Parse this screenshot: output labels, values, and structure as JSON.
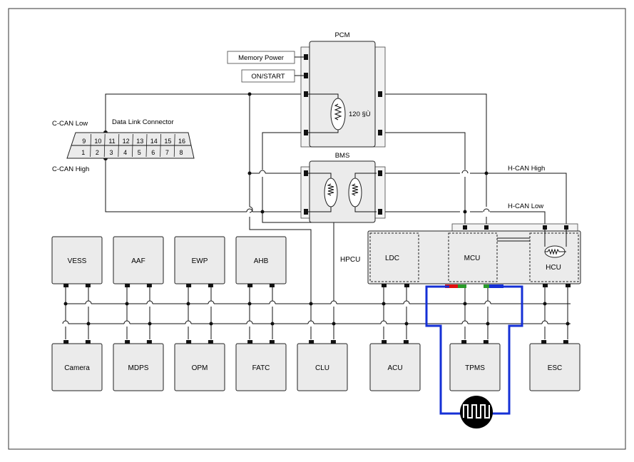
{
  "title_pcm": "PCM",
  "title_bms": "BMS",
  "memory_power": "Memory Power",
  "on_start": "ON/START",
  "resistor_label": "120 §Ù",
  "dlc": {
    "title": "Data Link Connector",
    "c_can_low": "C-CAN Low",
    "c_can_high": "C-CAN High",
    "top_pins": [
      "9",
      "10",
      "11",
      "12",
      "13",
      "14",
      "15",
      "16"
    ],
    "bottom_pins": [
      "1",
      "2",
      "3",
      "4",
      "5",
      "6",
      "7",
      "8"
    ]
  },
  "h_can_high": "H-CAN High",
  "h_can_low": "H-CAN Low",
  "hpcu": {
    "label": "HPCU",
    "ldc": "LDC",
    "mcu": "MCU",
    "hcu": "HCU"
  },
  "top_modules": [
    "VESS",
    "AAF",
    "EWP",
    "AHB"
  ],
  "bottom_modules": [
    "Camera",
    "MDPS",
    "OPM",
    "FATC",
    "CLU",
    "ACU",
    "TPMS",
    "ESC"
  ]
}
